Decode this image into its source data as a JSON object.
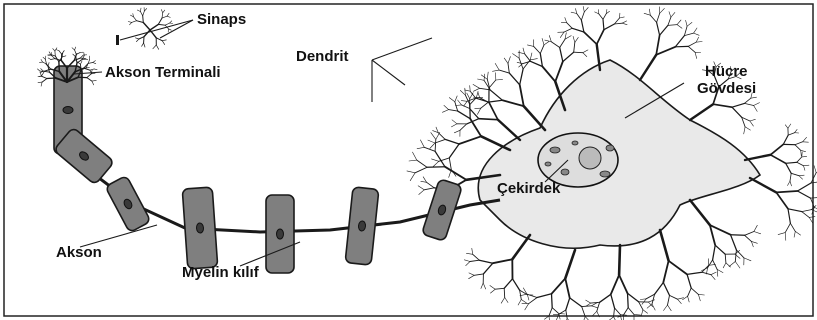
{
  "labels": {
    "sinaps": "Sinaps",
    "akson_terminali": "Akson Terminali",
    "dendrit": "Dendrit",
    "hucre_line1": "Hücre",
    "hucre_line2": "Gövdesi",
    "cekirdek": "Çekirdek",
    "akson": "Akson",
    "myelin": "Myelin kılıf"
  },
  "colors": {
    "background": "#ffffff",
    "frame": "#222222",
    "myelin_fill": "#7f7f7f",
    "cell_body_fill": "#e9e9e9",
    "outline": "#1a1a1a",
    "text": "#111111"
  }
}
